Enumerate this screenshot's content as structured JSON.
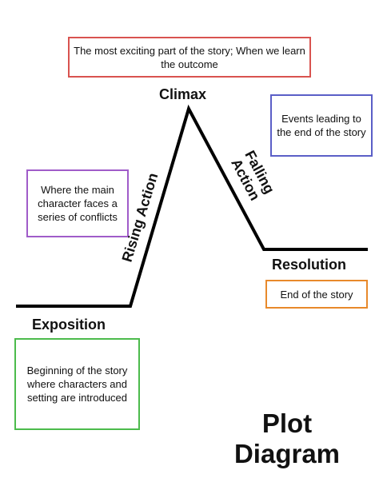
{
  "diagram": {
    "colors": {
      "line": "#000000",
      "climax_box": "#d9534f",
      "falling_box": "#5b5fc7",
      "rising_box": "#a05cc9",
      "resolution_box": "#e8892b",
      "exposition_box": "#4cbb4c"
    },
    "stages": {
      "climax": {
        "label": "Climax",
        "description": "The most exciting part of the story; When we learn the outcome"
      },
      "rising_action": {
        "label": "Rising Action",
        "description": "Where the main character faces a series of conflicts"
      },
      "falling_action": {
        "label": "Falling\nAction",
        "description": "Events leading to the end of the story"
      },
      "resolution": {
        "label": "Resolution",
        "description": "End of the story"
      },
      "exposition": {
        "label": "Exposition",
        "description": "Beginning of the story where characters and setting are introduced"
      }
    },
    "title_line1": "Plot",
    "title_line2": "Diagram"
  }
}
